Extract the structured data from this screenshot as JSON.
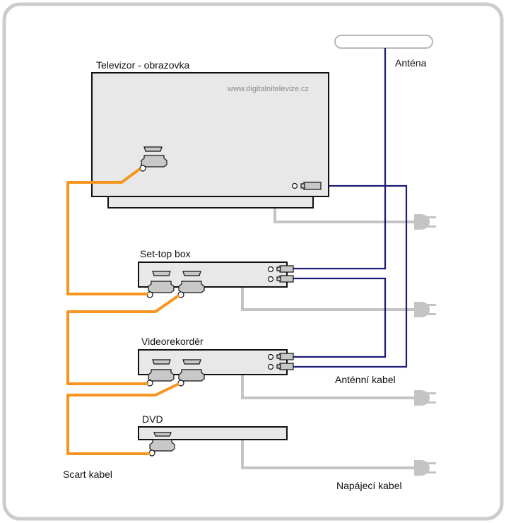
{
  "labels": {
    "tv": "Televizor - obrazovka",
    "website": "www.digitalnitelevize.cz",
    "antenna": "Anténa",
    "settop": "Set-top box",
    "vcr": "Videorekordér",
    "dvd": "DVD",
    "antenna_cable": "Anténní kabel",
    "scart_cable": "Scart kabel",
    "power_cable": "Napájecí kabel"
  },
  "colors": {
    "scart_cable": "#f7931e",
    "antenna_cable": "#1b1b7a",
    "power_cable": "#c4c4c4",
    "device_fill": "#e8e8e8",
    "frame": "#cccccc"
  },
  "icons": [
    "antenna-icon",
    "power-plug-icon",
    "scart-connector-icon",
    "coax-connector-icon"
  ]
}
